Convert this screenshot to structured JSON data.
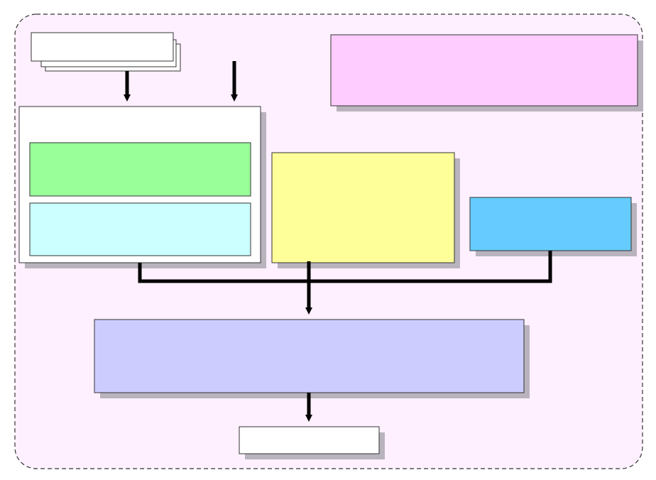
{
  "colors": {
    "page_background": "#ffffff",
    "container_fill": "#fff0ff",
    "container_border": "#333333",
    "shadow": "#b9b3bd",
    "stroke": "#333333",
    "arrow": "#000000",
    "document_stack": "#ffffff",
    "top_left_panel": "#ffffff",
    "green_box": "#99ff99",
    "cyan_box": "#ccffff",
    "pink_box": "#ffccff",
    "yellow_box": "#ffff99",
    "blue_box": "#66ccff",
    "lavender_box": "#ccccff",
    "output_box": "#ffffff"
  },
  "diagram": {
    "boxes": {
      "document_stack": {
        "label": ""
      },
      "left_panel": {
        "label": ""
      },
      "green_box": {
        "label": ""
      },
      "cyan_box": {
        "label": ""
      },
      "pink_box": {
        "label": ""
      },
      "yellow_box": {
        "label": ""
      },
      "blue_box": {
        "label": ""
      },
      "lavender_box": {
        "label": ""
      },
      "output_box": {
        "label": ""
      }
    },
    "connectors": [
      {
        "from": "document_stack",
        "to": "left_panel",
        "style": "arrow"
      },
      {
        "from": "external_input",
        "to": "left_panel",
        "style": "arrow"
      },
      {
        "from": "left_panel",
        "to": "lavender_box",
        "style": "merge-line"
      },
      {
        "from": "yellow_box",
        "to": "lavender_box",
        "style": "arrow"
      },
      {
        "from": "blue_box",
        "to": "lavender_box",
        "style": "merge-line"
      },
      {
        "from": "lavender_box",
        "to": "output_box",
        "style": "arrow"
      }
    ]
  }
}
